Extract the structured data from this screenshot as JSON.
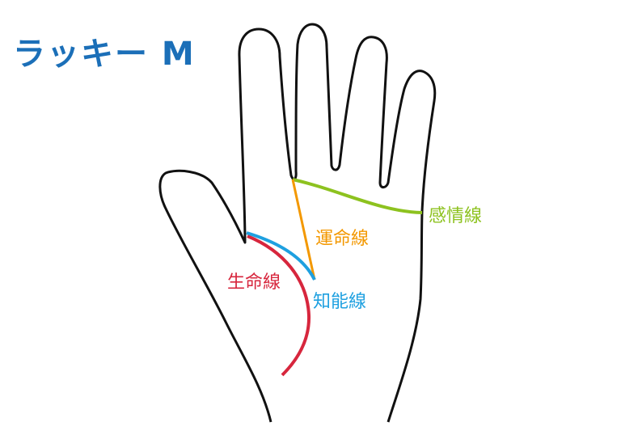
{
  "title": "ラッキー M",
  "lines": {
    "heart": {
      "label": "感情線",
      "color": "#8dc21f"
    },
    "fate": {
      "label": "運命線",
      "color": "#f39800"
    },
    "life": {
      "label": "生命線",
      "color": "#d7263d"
    },
    "head": {
      "label": "知能線",
      "color": "#1ea0e0"
    }
  },
  "title_color": "#1b6fb8"
}
